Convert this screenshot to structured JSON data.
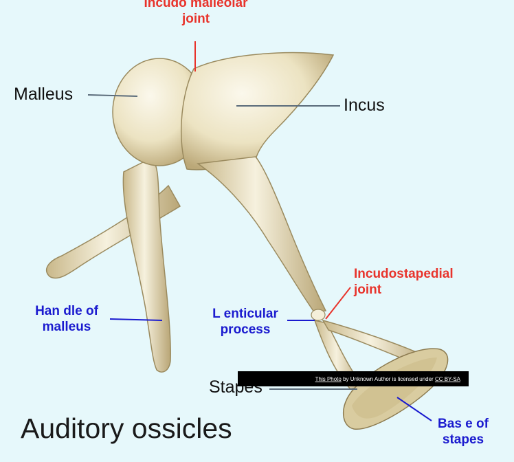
{
  "labels": {
    "incudomalleolar": "Incudo malleolar joint",
    "malleus": "Malleus",
    "incus": "Incus",
    "incudostapedial": "Incudostapedial joint",
    "handle": "Han dle of malleus",
    "lenticular": "L enticular process",
    "stapes": "Stapes",
    "base": "Bas e of stapes"
  },
  "title": "Auditory ossicles",
  "attribution": {
    "photo": "This Photo",
    "by": " by Unknown Author is licensed under ",
    "license": "CC BY-SA"
  },
  "colors": {
    "background": "#e6f8fb",
    "bone": "#efe8c8",
    "bone_shadow": "#c8b98a",
    "red_label": "#e8332b",
    "blue_label": "#1b1bcf"
  }
}
